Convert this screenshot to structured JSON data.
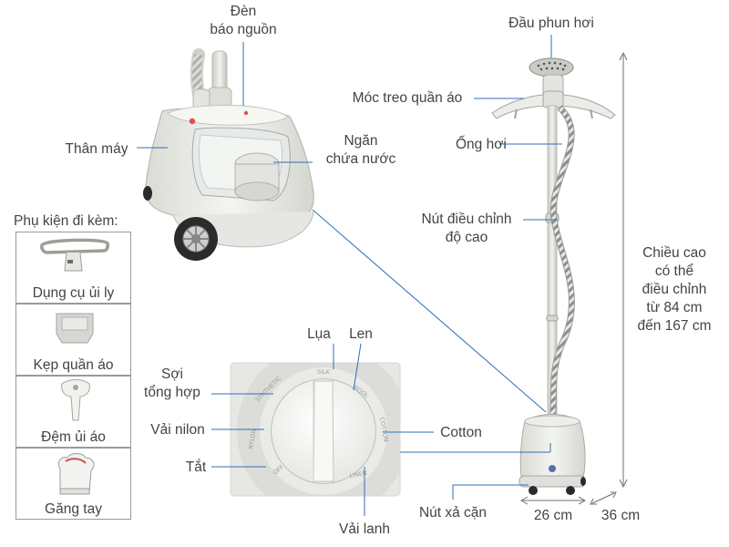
{
  "labels": {
    "power_light": "Đèn\nbáo nguồn",
    "steam_head": "Đầu phun hơi",
    "hanger": "Móc treo quần áo",
    "body": "Thân máy",
    "water_tank": "Ngăn\nchứa nước",
    "steam_hose": "Ống hơi",
    "height_button": "Nút điều chỉnh\nđộ cao",
    "adjustable_height": "Chiều cao\ncó thể\nđiều chỉnh\ntừ 84 cm\nđến 167 cm",
    "accessories_title": "Phụ kiện đi kèm:",
    "silk": "Lụa",
    "wool": "Len",
    "synthetic": "Sợi\ntổng hợp",
    "nylon": "Vải nilon",
    "cotton": "Cotton",
    "off": "Tắt",
    "linen": "Vải lanh",
    "drain_button": "Nút xả cặn",
    "width_26": "26 cm",
    "depth_36": "36 cm"
  },
  "dial_marks": [
    "SILK",
    "WOOL",
    "COTTON",
    "LINEN",
    "OFF",
    "NYLON",
    "SYNTHETIC"
  ],
  "accessories": [
    {
      "label": "Dụng cụ ủi ly",
      "icon": "crease-tool-icon"
    },
    {
      "label": "Kẹp quần áo",
      "icon": "clothes-clip-icon"
    },
    {
      "label": "Đệm ủi áo",
      "icon": "ironing-pad-icon"
    },
    {
      "label": "Găng tay",
      "icon": "glove-icon"
    }
  ],
  "colors": {
    "line": "#2f6fb7",
    "frame": "#9a9a9a",
    "device": "#e9eae6",
    "dark": "#2b2b2b"
  }
}
